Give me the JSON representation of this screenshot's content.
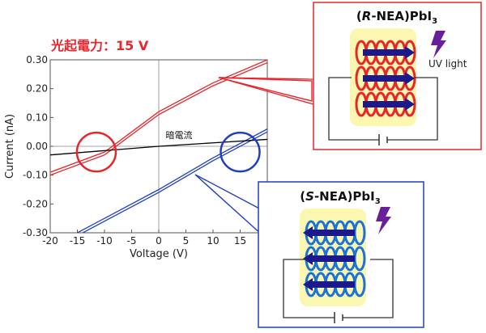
{
  "headline": "光起電力：15 V",
  "dark_current_label": "暗電流",
  "chart_data": {
    "type": "line",
    "xlabel": "Voltage (V)",
    "ylabel": "Current (nA)",
    "xlim": [
      -20,
      20
    ],
    "ylim": [
      -0.3,
      0.3
    ],
    "x_ticks": [
      "-20",
      "-15",
      "-10",
      "-5",
      "0",
      "5",
      "10",
      "15"
    ],
    "y_ticks": [
      "0.30",
      "0.20",
      "0.10",
      "0.00",
      "-0.10",
      "-0.20",
      "-0.30"
    ],
    "grid": false,
    "series": [
      {
        "color": "#e8252b",
        "x": [
          -20,
          -10,
          0,
          10,
          20
        ],
        "y": [
          -0.09,
          -0.02,
          0.12,
          0.22,
          0.3
        ]
      },
      {
        "color": "#e8252b",
        "x": [
          -20,
          -10,
          0,
          10,
          20
        ],
        "y": [
          -0.1,
          -0.03,
          0.11,
          0.21,
          0.29
        ]
      },
      {
        "color": "#1f3fbf",
        "x": [
          -20,
          -10,
          0,
          10,
          20
        ],
        "y": [
          -0.35,
          -0.25,
          -0.15,
          -0.04,
          0.06
        ]
      },
      {
        "color": "#1f3fbf",
        "x": [
          -20,
          -10,
          0,
          10,
          20
        ],
        "y": [
          -0.36,
          -0.26,
          -0.16,
          -0.05,
          0.05
        ]
      },
      {
        "color": "#000000",
        "x": [
          -20,
          -10,
          0,
          10,
          20
        ],
        "y": [
          -0.03,
          -0.015,
          0.0,
          0.012,
          0.024
        ]
      }
    ],
    "circles": [
      {
        "color": "#e8252b",
        "x": -11.5,
        "y": -0.02
      },
      {
        "color": "#1f3fbf",
        "x": 15.0,
        "y": -0.02
      }
    ]
  },
  "panels": {
    "r": {
      "title_prefix": "(",
      "title_italic": "R",
      "title_rest": "-NEA)PbI",
      "title_sub": "3",
      "light_label": "UV light",
      "frame_color": "#e8252b",
      "helix_color": "#e8252b",
      "arrow_color": "#1a1a8c",
      "arrow_dir": "right"
    },
    "s": {
      "title_prefix": "(",
      "title_italic": "S",
      "title_rest": "-NEA)PbI",
      "title_sub": "3",
      "frame_color": "#1f3fbf",
      "helix_color": "#1a73d9",
      "arrow_color": "#1a1a8c",
      "arrow_dir": "left"
    }
  },
  "colors": {
    "crystal_bg": "#fbf7b0",
    "bolt": "#6a1f9a"
  }
}
